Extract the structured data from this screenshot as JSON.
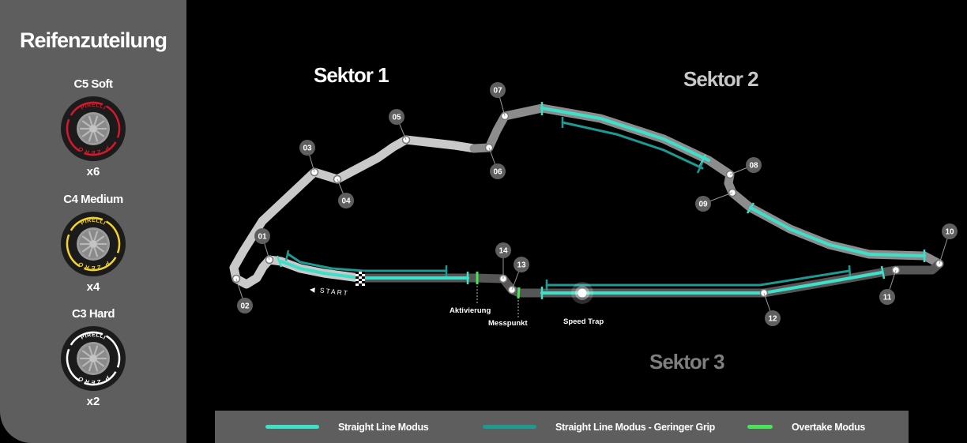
{
  "sidebar": {
    "title": "Reifenzuteilung",
    "tyres": [
      {
        "name": "C5 Soft",
        "count": "x6",
        "color": "#d6182c",
        "brand": "PIRELLI",
        "wall_text": "P ZERO"
      },
      {
        "name": "C4 Medium",
        "count": "x4",
        "color": "#f3d32c",
        "brand": "PIRELLI",
        "wall_text": "P ZERO"
      },
      {
        "name": "C3 Hard",
        "count": "x2",
        "color": "#ffffff",
        "brand": "PIRELLI",
        "wall_text": "P ZERO"
      }
    ]
  },
  "track": {
    "sectors": [
      {
        "label": "Sektor 1",
        "color": "#ffffff"
      },
      {
        "label": "Sektor 2",
        "color": "#c8c8c8"
      },
      {
        "label": "Sektor 3",
        "color": "#7e7e7e"
      }
    ],
    "corners": [
      "01",
      "02",
      "03",
      "04",
      "05",
      "06",
      "07",
      "08",
      "09",
      "10",
      "11",
      "12",
      "13",
      "14"
    ],
    "start_label": "◀ START",
    "markers": {
      "activation": "Aktivierung",
      "measure": "Messpunkt",
      "speed_trap": "Speed Trap"
    }
  },
  "legend": {
    "items": [
      {
        "label": "Straight Line Modus",
        "color": "#3de0c8"
      },
      {
        "label": "Straight Line Modus - Geringer Grip",
        "color": "#1d9a92"
      },
      {
        "label": "Overtake Modus",
        "color": "#47e65a"
      }
    ]
  }
}
